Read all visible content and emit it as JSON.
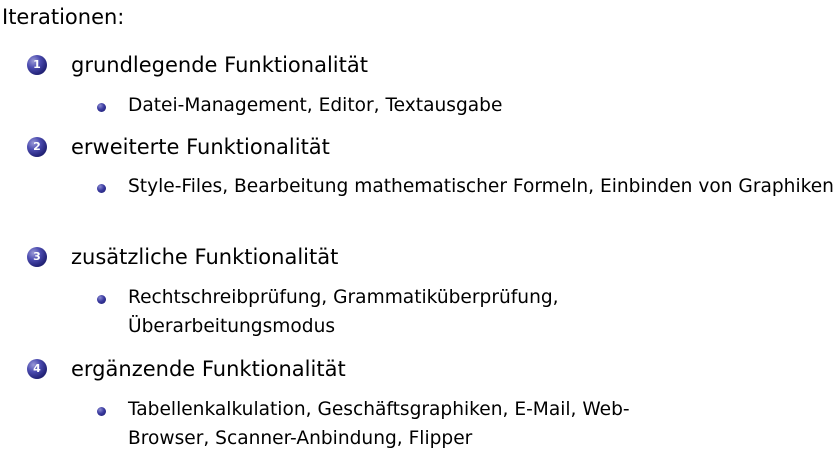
{
  "heading": "Iterationen:",
  "items": [
    {
      "number": "1",
      "label": "grundlegende Funktionalität",
      "sub": "Datei-Management, Editor, Textausgabe"
    },
    {
      "number": "2",
      "label": "erweiterte Funktionalität",
      "sub": "Style-Files, Bearbeitung mathematischer Formeln, Einbinden von Graphiken"
    },
    {
      "number": "3",
      "label": "zusätzliche Funktionalität",
      "sub": "Rechtschreibprüfung, Grammatiküberprüfung, Überarbeitungsmodus"
    },
    {
      "number": "4",
      "label": "ergänzende Funktionalität",
      "sub": "Tabellenkalkulation, Geschäftsgraphiken, E-Mail, Web-Browser, Scanner-Anbindung, Flipper"
    }
  ],
  "colors": {
    "text": "#000000",
    "bullet": "#2e2e8a",
    "background": "#ffffff"
  }
}
